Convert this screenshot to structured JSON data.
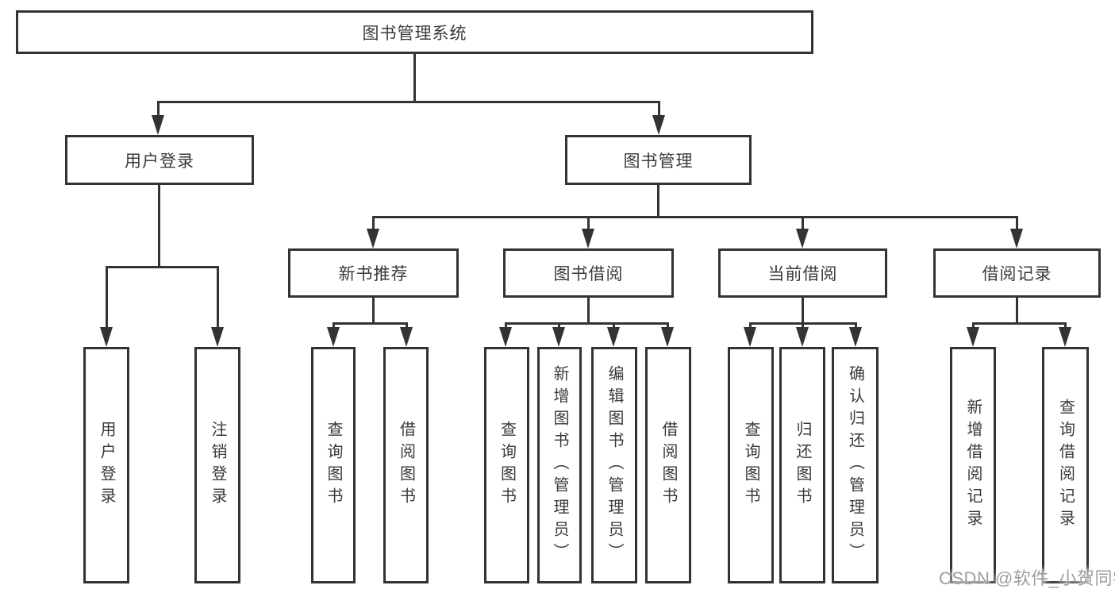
{
  "diagram": {
    "root": "图书管理系统",
    "branches": [
      {
        "label": "用户登录",
        "leaves": [
          "用户登录",
          "注销登录"
        ]
      },
      {
        "label": "图书管理",
        "groups": [
          {
            "label": "新书推荐",
            "leaves": [
              "查询图书",
              "借阅图书"
            ]
          },
          {
            "label": "图书借阅",
            "leaves": [
              "查询图书",
              "新增图书（管理员）",
              "编辑图书（管理员）",
              "借阅图书"
            ]
          },
          {
            "label": "当前借阅",
            "leaves": [
              "查询图书",
              "归还图书",
              "确认归还（管理员）"
            ]
          },
          {
            "label": "借阅记录",
            "leaves": [
              "新增借阅记录",
              "查询借阅记录"
            ]
          }
        ]
      }
    ]
  },
  "watermark": "CSDN @软件_小贺同学",
  "colors": {
    "line": "#333333",
    "text": "#3a3a3a",
    "box_fill": "#ffffff",
    "watermark": "#9e9e9e",
    "background": "#ffffff"
  }
}
